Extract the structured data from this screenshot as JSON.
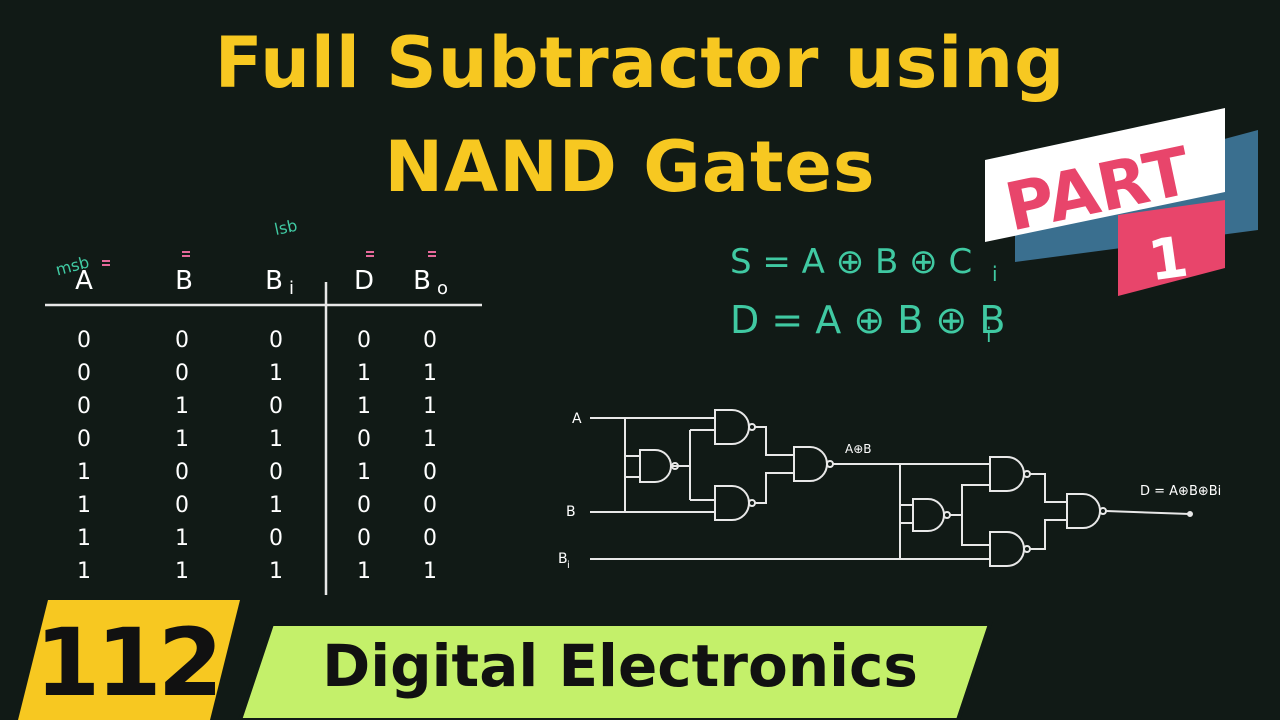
{
  "title": {
    "line1": "Full Subtractor using",
    "line2": "NAND Gates"
  },
  "badge": {
    "part_label": "PART",
    "part_number": "1"
  },
  "truth_table": {
    "headers": [
      "A",
      "B",
      "B",
      "D",
      "B"
    ],
    "header_subscripts": [
      "",
      "",
      "i",
      "",
      "o"
    ],
    "msb_note": "msb",
    "lsb_note": "lsb",
    "rows": [
      [
        "0",
        "0",
        "0",
        "0",
        "0"
      ],
      [
        "0",
        "0",
        "1",
        "1",
        "1"
      ],
      [
        "0",
        "1",
        "0",
        "1",
        "1"
      ],
      [
        "0",
        "1",
        "1",
        "0",
        "1"
      ],
      [
        "1",
        "0",
        "0",
        "1",
        "0"
      ],
      [
        "1",
        "0",
        "1",
        "0",
        "0"
      ],
      [
        "1",
        "1",
        "0",
        "0",
        "0"
      ],
      [
        "1",
        "1",
        "1",
        "1",
        "1"
      ]
    ]
  },
  "equations": {
    "sum": "S = A ⊕ B ⊕ C",
    "sum_sub": "i",
    "diff": "D = A ⊕ B ⊕ B",
    "diff_sub": "i"
  },
  "circuit": {
    "input_a": "A",
    "input_b": "B",
    "input_bi": "B",
    "input_bi_sub": "i",
    "mid_label": "A⊕B",
    "output_label": "D = A⊕B⊕Bi"
  },
  "footer": {
    "episode_number": "112",
    "series_title": "Digital Electronics"
  },
  "colors": {
    "background": "#111a16",
    "title": "#f7c821",
    "teal": "#40c9a2",
    "badge_pink": "#e8456b",
    "badge_blue": "#3a6f8f",
    "footer_yellow": "#f7c821",
    "footer_green": "#c4f06a"
  }
}
